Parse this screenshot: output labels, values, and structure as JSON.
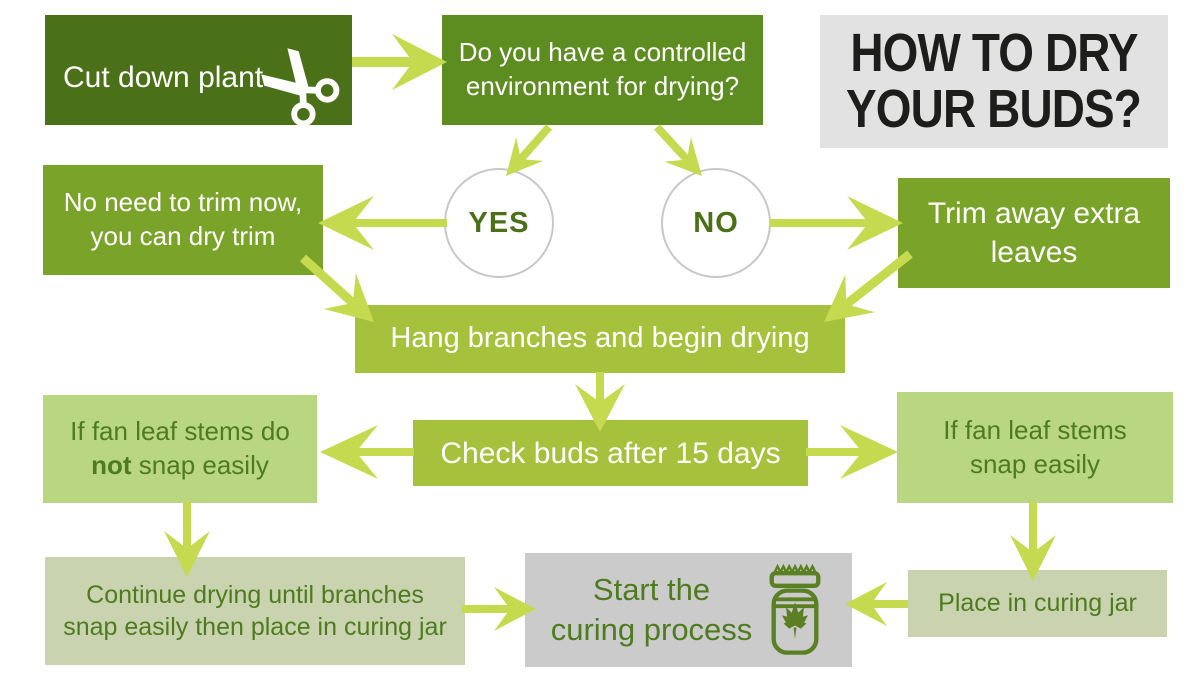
{
  "colors": {
    "page_bg": "#ffffff",
    "box_dark_green": "#4a7117",
    "box_green": "#5d8c20",
    "box_mid_green": "#7aa32a",
    "box_yellow_green": "#a6c23c",
    "box_light_green": "#b9d780",
    "box_sage": "#c9d3b0",
    "box_gray": "#cbcbcb",
    "title_bg": "#e2e2e2",
    "arrow": "#c6da4f",
    "text_white": "#ffffff",
    "text_dark_green": "#4e7b1e",
    "text_title": "#1d1d1b",
    "yes_no_text": "#4a7117",
    "circle_border": "#c8c8c8",
    "icon_green": "#5b8024"
  },
  "title": {
    "line1": "HOW TO DRY",
    "line2": "YOUR BUDS?"
  },
  "flow": {
    "cut_down": {
      "label": "Cut down plant"
    },
    "controlled_env_question": {
      "line1": "Do you have a controlled",
      "line2": "environment for drying?"
    },
    "yes": {
      "label": "YES"
    },
    "no": {
      "label": "NO"
    },
    "no_need_trim": {
      "line1": "No need to trim now,",
      "line2": "you can dry trim"
    },
    "trim_away": {
      "line1": "Trim away extra",
      "line2": "leaves"
    },
    "hang_branches": {
      "label": "Hang branches and begin drying"
    },
    "check_buds": {
      "label": "Check buds after 15 days"
    },
    "stems_not_snap": {
      "line1": "If  fan leaf stems do",
      "line2_bold": "not",
      "line2_rest": " snap easily"
    },
    "stems_snap": {
      "line1": "If fan leaf stems",
      "line2": "snap easily"
    },
    "continue_drying": {
      "line1": "Continue drying until branches",
      "line2": "snap easily then place in curing jar"
    },
    "start_curing": {
      "line1": "Start the",
      "line2": "curing process"
    },
    "place_jar": {
      "label": "Place in curing jar"
    }
  },
  "icons": {
    "scissors": "scissors-icon",
    "curing_jar": "curing-jar-icon"
  }
}
